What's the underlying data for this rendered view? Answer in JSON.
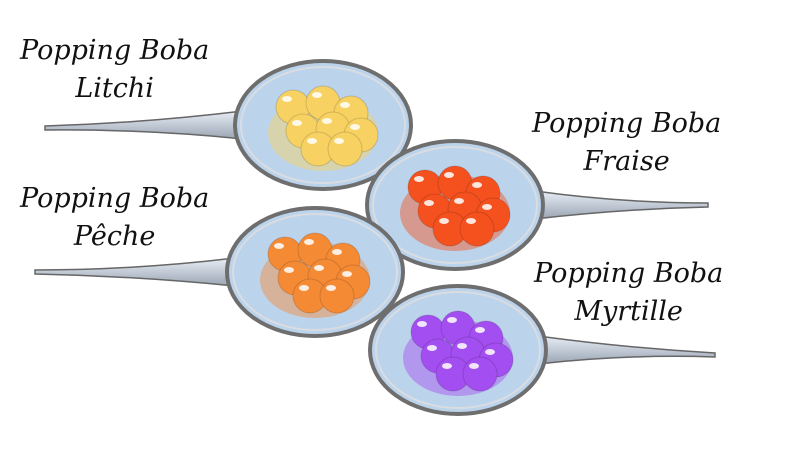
{
  "labels": [
    {
      "line1": "Popping Boba",
      "line2": "Litchi"
    },
    {
      "line1": "Popping Boba",
      "line2": "Fraise"
    },
    {
      "line1": "Popping Boba",
      "line2": "Pêche"
    },
    {
      "line1": "Popping Boba",
      "line2": "Myrtille"
    }
  ],
  "colors": {
    "spoon_bowl": "#bcd3ec",
    "spoon_rim": "#6e6e6e",
    "litchi": "#f7d262",
    "fraise": "#f4511e",
    "peche": "#f58a35",
    "myrtille": "#a34ef0"
  }
}
